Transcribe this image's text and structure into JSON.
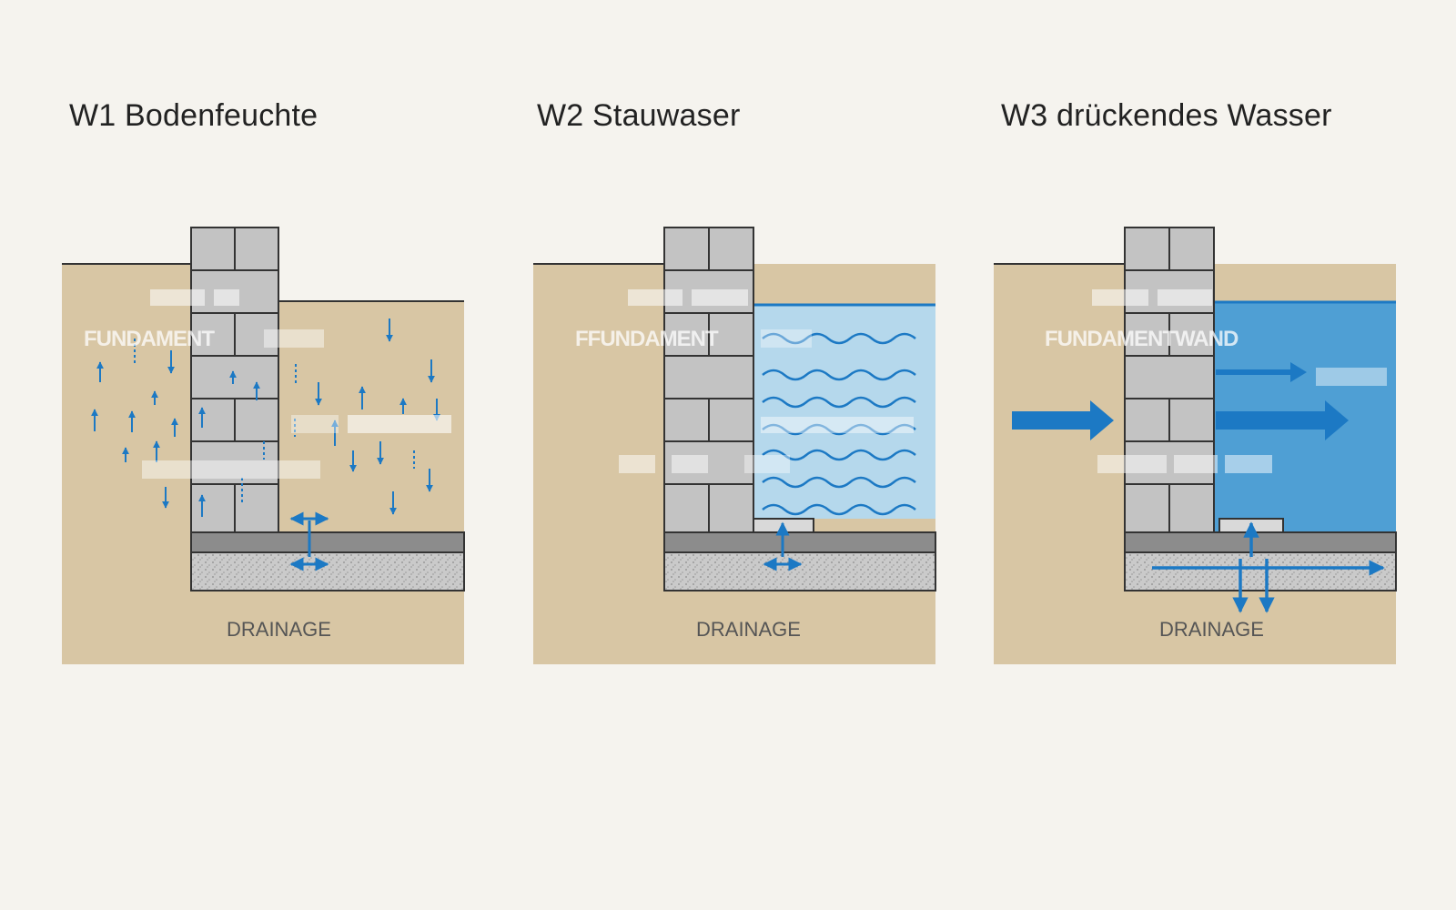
{
  "panels": [
    {
      "title": "W1 Bodenfeuchte",
      "wall_label": "FUNDAMENT",
      "drainage_label": "DRAINAGE"
    },
    {
      "title": "W2 Stauwaser",
      "wall_label": "FFUNDAMENT",
      "drainage_label": "DRAINAGE"
    },
    {
      "title": "W3 drückendes Wasser",
      "wall_label": "FUNDAMENTWAND",
      "drainage_label": "DRAINAGE"
    }
  ],
  "colors": {
    "background": "#f5f3ee",
    "soil": "#d8c6a4",
    "brick": "#c3c3c3",
    "slab": "#8c8c8c",
    "gravel": "#c9c9c9",
    "water_light": "#b5d8ec",
    "water_strong": "#4f9fd4",
    "arrow_blue": "#1c79c4"
  },
  "icons": [
    "moisture-arrow-icon",
    "wave-icon",
    "pressure-arrow-icon"
  ]
}
